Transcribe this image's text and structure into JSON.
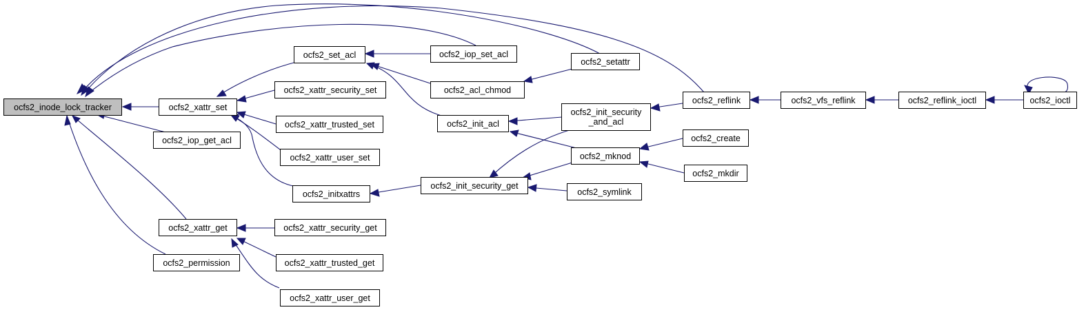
{
  "graph": {
    "edge_color": "#191970",
    "root_fill": "#bfbfbf",
    "nodes": {
      "root": "ocfs2_inode_lock_tracker",
      "xattr_set": "ocfs2_xattr_set",
      "iop_get_acl": "ocfs2_iop_get_acl",
      "xattr_get": "ocfs2_xattr_get",
      "permission": "ocfs2_permission",
      "set_acl": "ocfs2_set_acl",
      "xattr_security_set": "ocfs2_xattr_security_set",
      "xattr_trusted_set": "ocfs2_xattr_trusted_set",
      "xattr_user_set": "ocfs2_xattr_user_set",
      "initxattrs": "ocfs2_initxattrs",
      "xattr_security_get": "ocfs2_xattr_security_get",
      "xattr_trusted_get": "ocfs2_xattr_trusted_get",
      "xattr_user_get": "ocfs2_xattr_user_get",
      "iop_set_acl": "ocfs2_iop_set_acl",
      "acl_chmod": "ocfs2_acl_chmod",
      "init_acl": "ocfs2_init_acl",
      "init_security_get": "ocfs2_init_security_get",
      "setattr": "ocfs2_setattr",
      "init_security_and_acl": "ocfs2_init_security\n_and_acl",
      "mknod": "ocfs2_mknod",
      "symlink": "ocfs2_symlink",
      "reflink": "ocfs2_reflink",
      "create": "ocfs2_create",
      "mkdir": "ocfs2_mkdir",
      "vfs_reflink": "ocfs2_vfs_reflink",
      "reflink_ioctl": "ocfs2_reflink_ioctl",
      "ioctl": "ocfs2_ioctl"
    }
  }
}
